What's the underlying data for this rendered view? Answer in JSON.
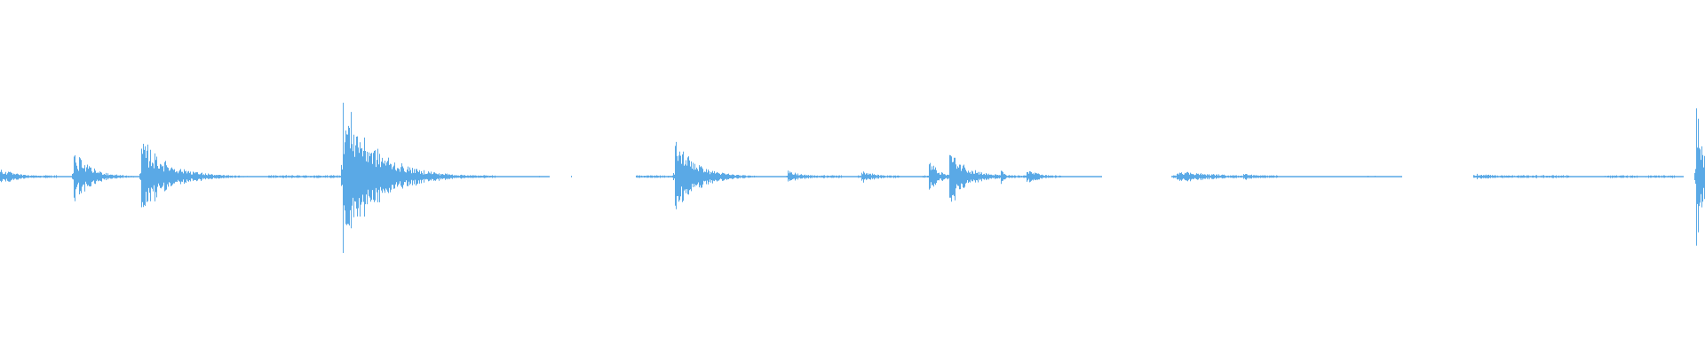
{
  "waveform": {
    "color": "#5aa9e6",
    "background": "#ffffff",
    "duration_fraction_visible": 1.0,
    "transients": [
      {
        "t": 0.0,
        "amp": 0.06,
        "decay": 0.03
      },
      {
        "t": 0.043,
        "amp": 0.18,
        "decay": 0.03
      },
      {
        "t": 0.083,
        "amp": 0.28,
        "decay": 0.045
      },
      {
        "t": 0.201,
        "amp": 0.55,
        "decay": 0.055
      },
      {
        "t": 0.396,
        "amp": 0.3,
        "decay": 0.035
      },
      {
        "t": 0.462,
        "amp": 0.04,
        "decay": 0.03
      },
      {
        "t": 0.505,
        "amp": 0.05,
        "decay": 0.025
      },
      {
        "t": 0.545,
        "amp": 0.13,
        "decay": 0.015
      },
      {
        "t": 0.557,
        "amp": 0.22,
        "decay": 0.03
      },
      {
        "t": 0.587,
        "amp": 0.05,
        "decay": 0.01
      },
      {
        "t": 0.602,
        "amp": 0.06,
        "decay": 0.02
      },
      {
        "t": 0.69,
        "amp": 0.05,
        "decay": 0.06
      },
      {
        "t": 0.729,
        "amp": 0.03,
        "decay": 0.02
      },
      {
        "t": 0.866,
        "amp": 0.02,
        "decay": 0.055
      },
      {
        "t": 0.995,
        "amp": 0.62,
        "decay": 0.01
      }
    ],
    "noise_segments": [
      [
        0.0,
        0.033
      ],
      [
        0.157,
        0.263
      ],
      [
        0.264,
        0.29
      ],
      [
        0.373,
        0.432
      ],
      [
        0.461,
        0.493
      ],
      [
        0.503,
        0.527
      ],
      [
        0.541,
        0.622
      ],
      [
        0.687,
        0.749
      ],
      [
        0.864,
        0.92
      ],
      [
        0.942,
        0.96
      ],
      [
        0.965,
        0.982
      ]
    ],
    "dots": [
      0.284,
      0.288,
      0.316,
      0.335,
      0.373,
      0.802,
      0.806,
      0.941
    ]
  }
}
